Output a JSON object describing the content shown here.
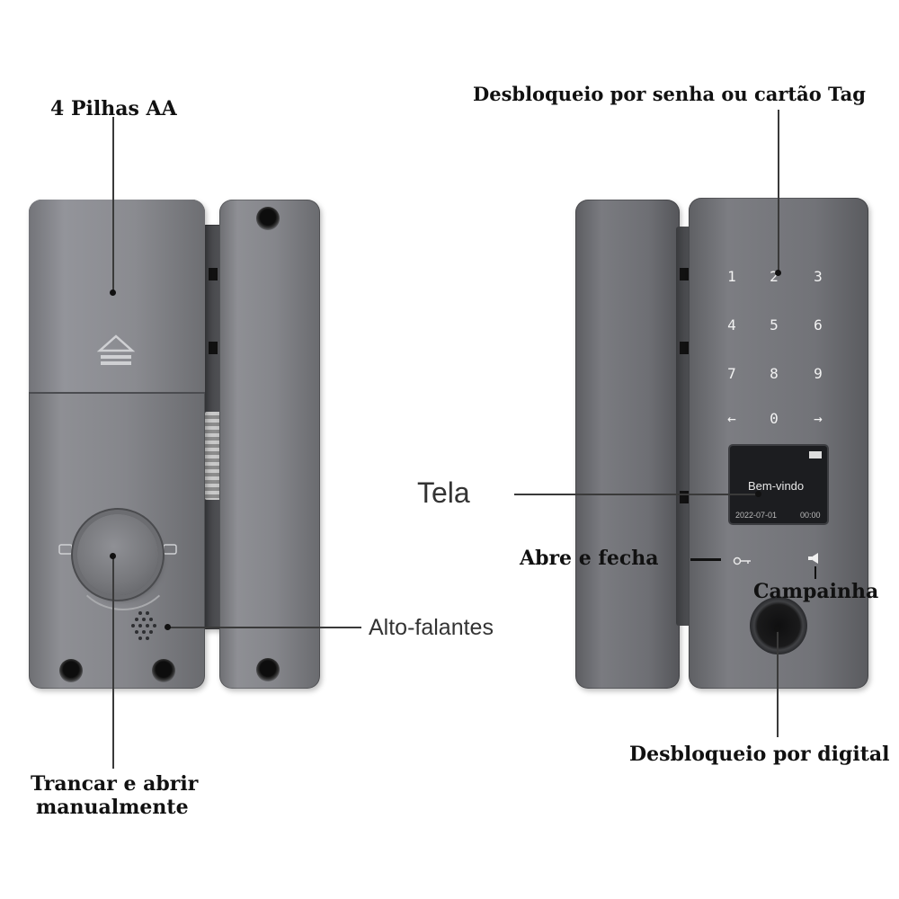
{
  "labels": {
    "batteries": "4 Pilhas AA",
    "keypad_unlock": "Desbloqueio por senha ou cartão Tag",
    "screen": "Tela",
    "open_close": "Abre e fecha",
    "doorbell": "Campainha",
    "speakers": "Alto-falantes",
    "manual_line1": "Trancar e abrir",
    "manual_line2": "manualmente",
    "fingerprint_unlock": "Desbloqueio por digital"
  },
  "keypad": {
    "keys": [
      "1",
      "2",
      "3",
      "4",
      "5",
      "6",
      "7",
      "8",
      "9",
      "←",
      "0",
      "→"
    ]
  },
  "display": {
    "greeting": "Bem-vindo",
    "date": "2022-07-01",
    "time": "00:00"
  },
  "icons": [
    "eject-icon",
    "battery-icon",
    "key-icon",
    "bell-icon",
    "fingerprint-icon",
    "speaker-grille-icon",
    "lock-icon",
    "unlock-icon"
  ]
}
